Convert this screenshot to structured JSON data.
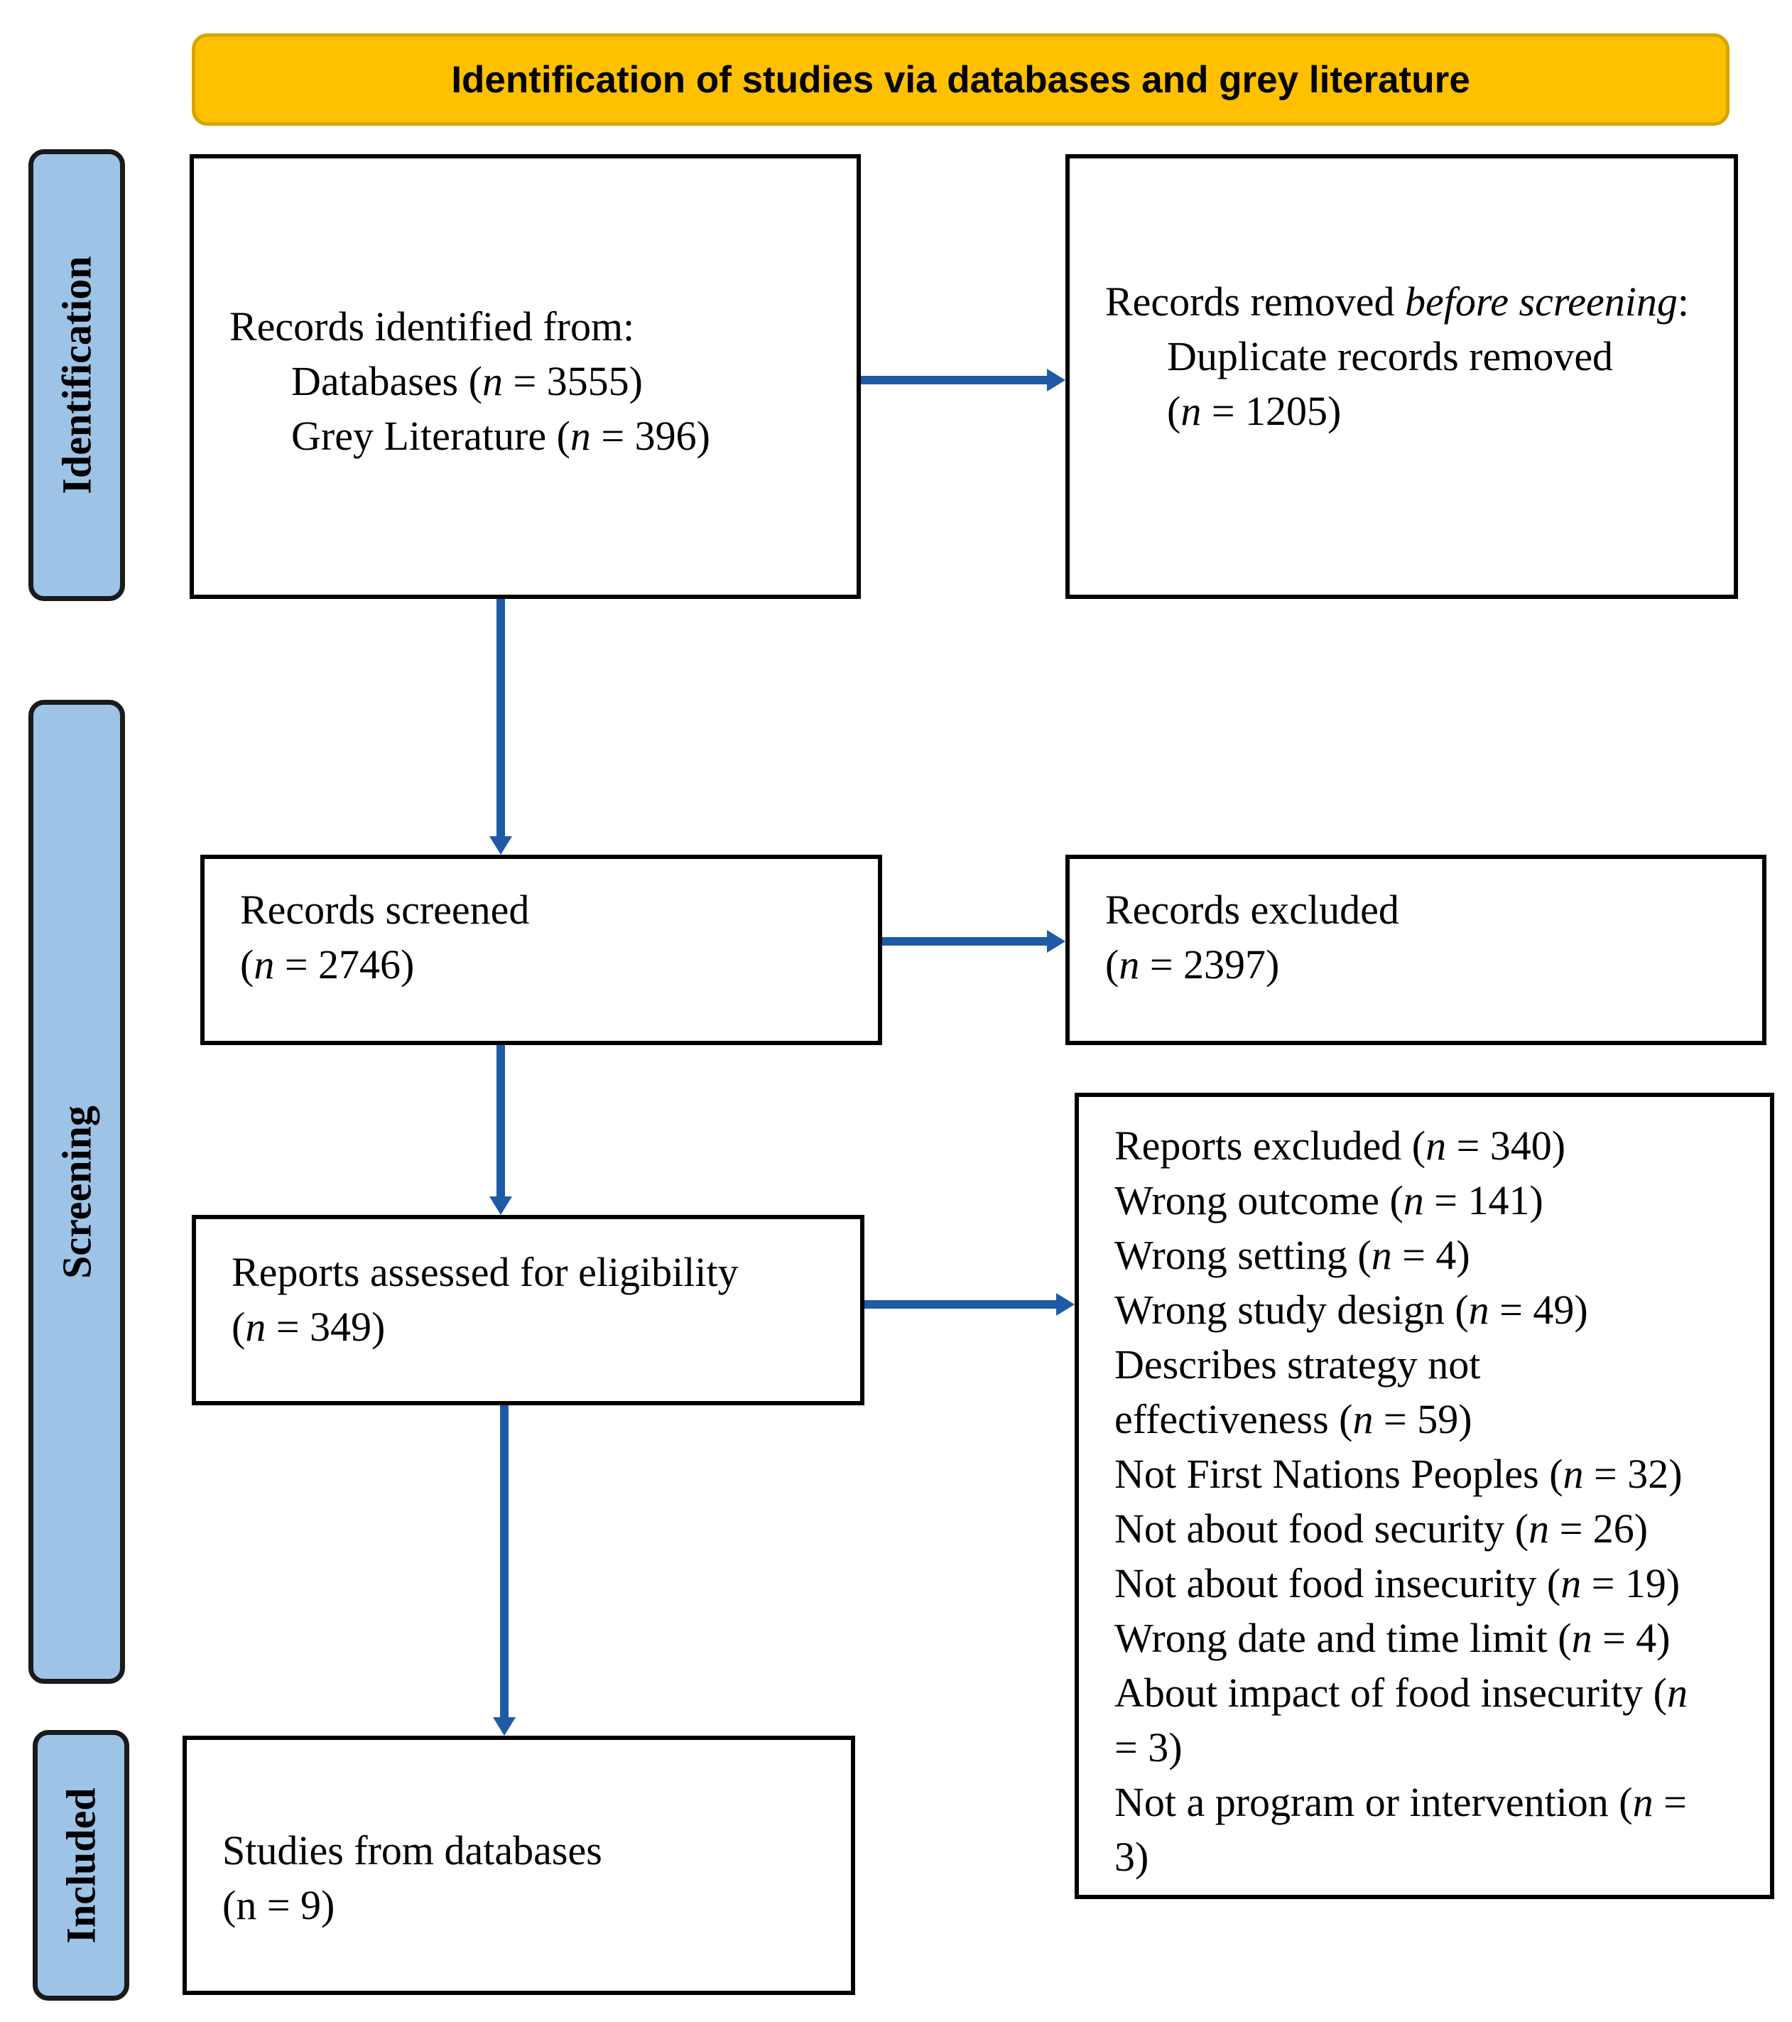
{
  "header": {
    "title": "Identification of studies via databases and grey literature"
  },
  "stages": {
    "identification": "Identification",
    "screening": "Screening",
    "included": "Included"
  },
  "records_identified": {
    "title": "Records identified from:",
    "databases_label": "Databases (",
    "databases_n": "n",
    "databases_value": " = 3555)",
    "grey_label": "Grey Literature (",
    "grey_n": "n",
    "grey_value": " = 396)"
  },
  "records_removed": {
    "title_prefix": "Records removed ",
    "title_italic": "before screening",
    "title_suffix": ":",
    "line2": "Duplicate records removed",
    "n_open": "(",
    "n": "n",
    "n_value": " = 1205)"
  },
  "records_screened": {
    "title": "Records screened",
    "n_open": "(",
    "n": "n",
    "n_value": " = 2746)"
  },
  "records_excluded": {
    "title": "Records excluded",
    "n_open": "(",
    "n": "n",
    "n_value": " = 2397)"
  },
  "reports_assessed": {
    "title": "Reports assessed for eligibility",
    "n_open": "(",
    "n": "n",
    "n_value": " = 349)"
  },
  "reports_excluded": {
    "lines": [
      {
        "pre": "Reports excluded (",
        "n": "n",
        "post": " = 340)"
      },
      {
        "pre": "Wrong outcome (",
        "n": "n",
        "post": " = 141)"
      },
      {
        "pre": "Wrong setting (",
        "n": "n",
        "post": " = 4)"
      },
      {
        "pre": "Wrong study design (",
        "n": "n",
        "post": " = 49)"
      },
      {
        "pre": "Describes strategy not",
        "n": "",
        "post": ""
      },
      {
        "pre": "effectiveness (",
        "n": "n",
        "post": " = 59)"
      },
      {
        "pre": "Not First Nations Peoples (",
        "n": "n",
        "post": " = 32)"
      },
      {
        "pre": "Not about food security (",
        "n": "n",
        "post": " = 26)"
      },
      {
        "pre": "Not about food insecurity (",
        "n": "n",
        "post": " = 19)"
      },
      {
        "pre": "Wrong date and time limit (",
        "n": "n",
        "post": " = 4)"
      },
      {
        "pre": "About impact of food insecurity (",
        "n": "n",
        "post": ""
      },
      {
        "pre": "= 3)",
        "n": "",
        "post": ""
      },
      {
        "pre": "Not a program or intervention (",
        "n": "n",
        "post": " ="
      },
      {
        "pre": "3)",
        "n": "",
        "post": ""
      }
    ]
  },
  "studies_included": {
    "title": "Studies from databases",
    "value": "(n = 9)"
  },
  "colors": {
    "header_fill": "#FFC000",
    "stage_fill": "#9DC3E6",
    "arrow": "#1F5AA6"
  }
}
